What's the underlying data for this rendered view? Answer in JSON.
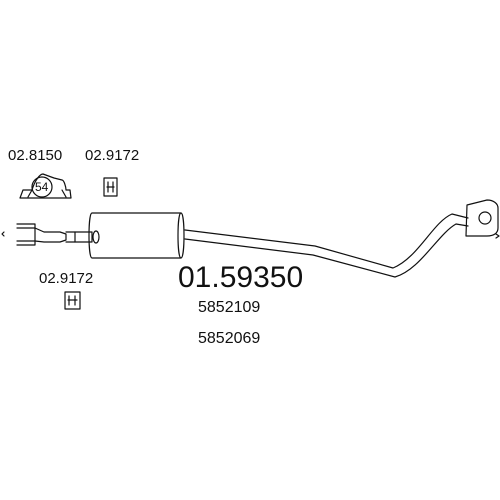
{
  "parts": {
    "clamp_ref": "02.8150",
    "clamp_size": "54",
    "rubber_mount_top_ref": "02.9172",
    "rubber_mount_bottom_ref": "02.9172"
  },
  "product": {
    "main_number": "01.59350",
    "oe_numbers": [
      "5852109",
      "5852069"
    ]
  },
  "colors": {
    "line": "#111111",
    "background": "#ffffff"
  }
}
